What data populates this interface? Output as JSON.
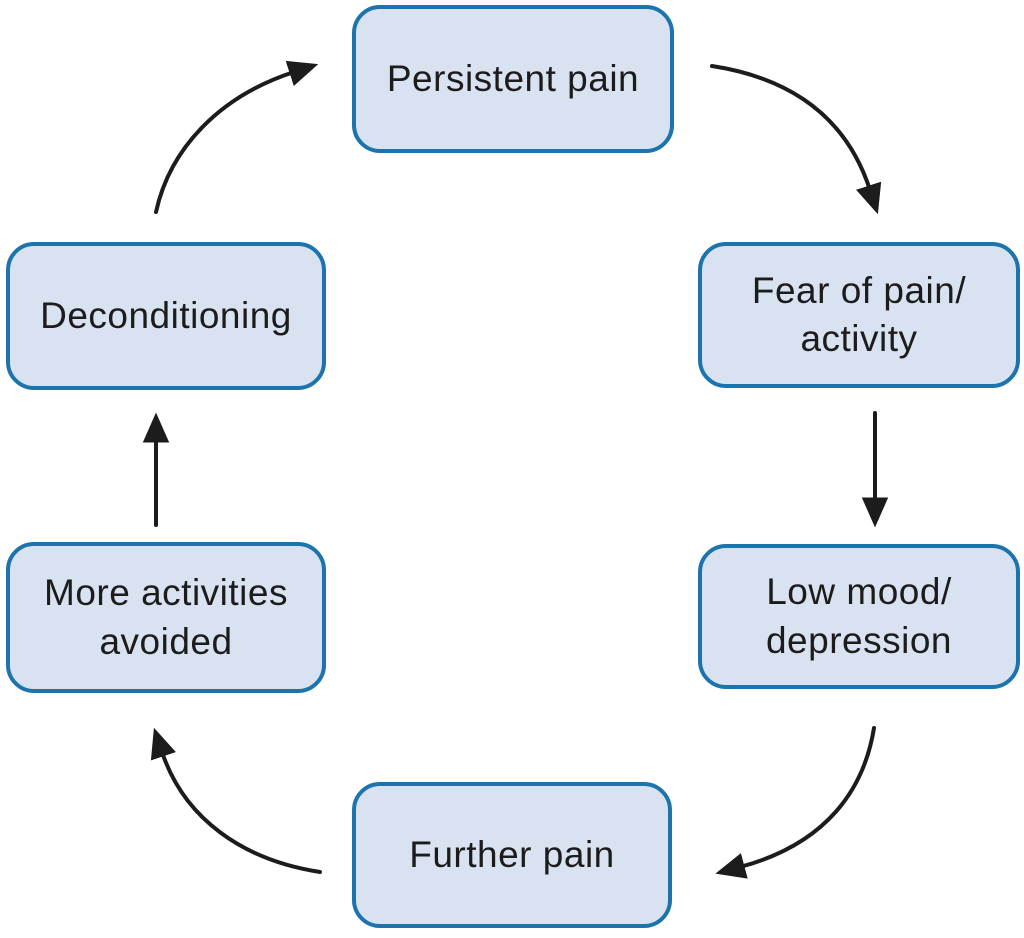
{
  "diagram": {
    "type": "cycle",
    "description": "Persistent pain cycle diagram"
  },
  "colors": {
    "background": "#ffffff",
    "box_fill": "#d9e2f1",
    "box_border": "#1d74ad",
    "text": "#1c1c1c",
    "arrow": "#1c1c1c"
  },
  "nodes": {
    "persistent_pain": {
      "label": "Persistent pain"
    },
    "fear_of_pain": {
      "label": "Fear of pain/\nactivity"
    },
    "low_mood": {
      "label": "Low mood/\ndepression"
    },
    "further_pain": {
      "label": "Further pain"
    },
    "more_avoided": {
      "label": "More activities\navoided"
    },
    "deconditioning": {
      "label": "Deconditioning"
    }
  },
  "edges": [
    {
      "from": "Persistent pain",
      "to": "Fear of pain/activity",
      "shape": "curved"
    },
    {
      "from": "Fear of pain/activity",
      "to": "Low mood/depression",
      "shape": "straight"
    },
    {
      "from": "Low mood/depression",
      "to": "Further pain",
      "shape": "curved"
    },
    {
      "from": "Further pain",
      "to": "More activities avoided",
      "shape": "curved"
    },
    {
      "from": "More activities avoided",
      "to": "Deconditioning",
      "shape": "straight"
    },
    {
      "from": "Deconditioning",
      "to": "Persistent pain",
      "shape": "curved"
    }
  ]
}
